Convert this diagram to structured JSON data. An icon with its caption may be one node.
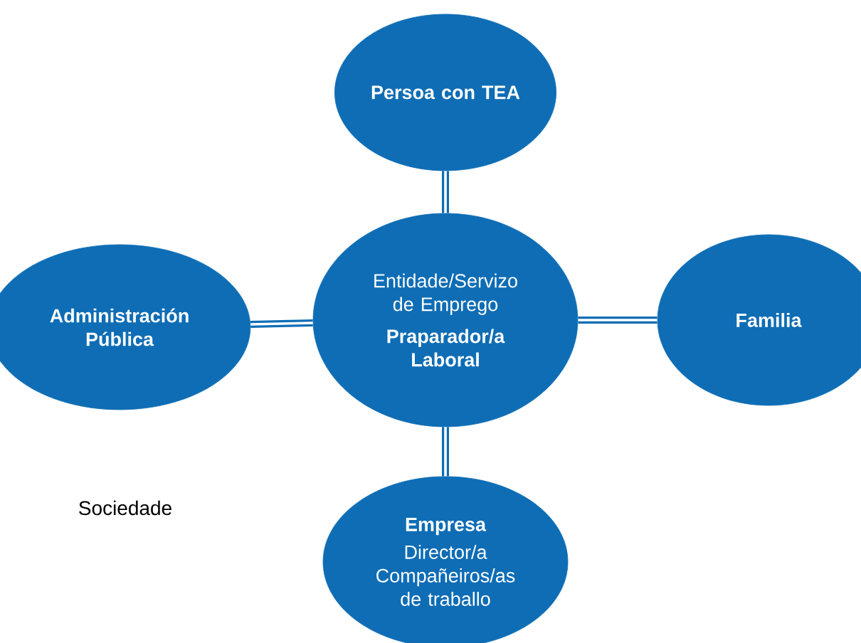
{
  "diagram": {
    "nodes": [
      {
        "text": [
          "Entidade/Servizo de Emprego",
          "Praparador/a Laboral"
        ]
      },
      {
        "text": [
          "Persoa con TEA"
        ]
      },
      {
        "text": [
          "Administración Pública"
        ]
      },
      {
        "text": [
          "Familia"
        ]
      },
      {
        "text": [
          "Empresa",
          "Director/a Compañeiros/as de traballo"
        ]
      }
    ],
    "edges": [
      {
        "from": 0,
        "to": 1,
        "arrow": "none"
      },
      {
        "from": 0,
        "to": 2,
        "arrow": "none"
      },
      {
        "from": 0,
        "to": 3,
        "arrow": "none"
      },
      {
        "from": 0,
        "to": 4,
        "arrow": "none"
      }
    ],
    "labels": [
      "Sociedade"
    ]
  }
}
